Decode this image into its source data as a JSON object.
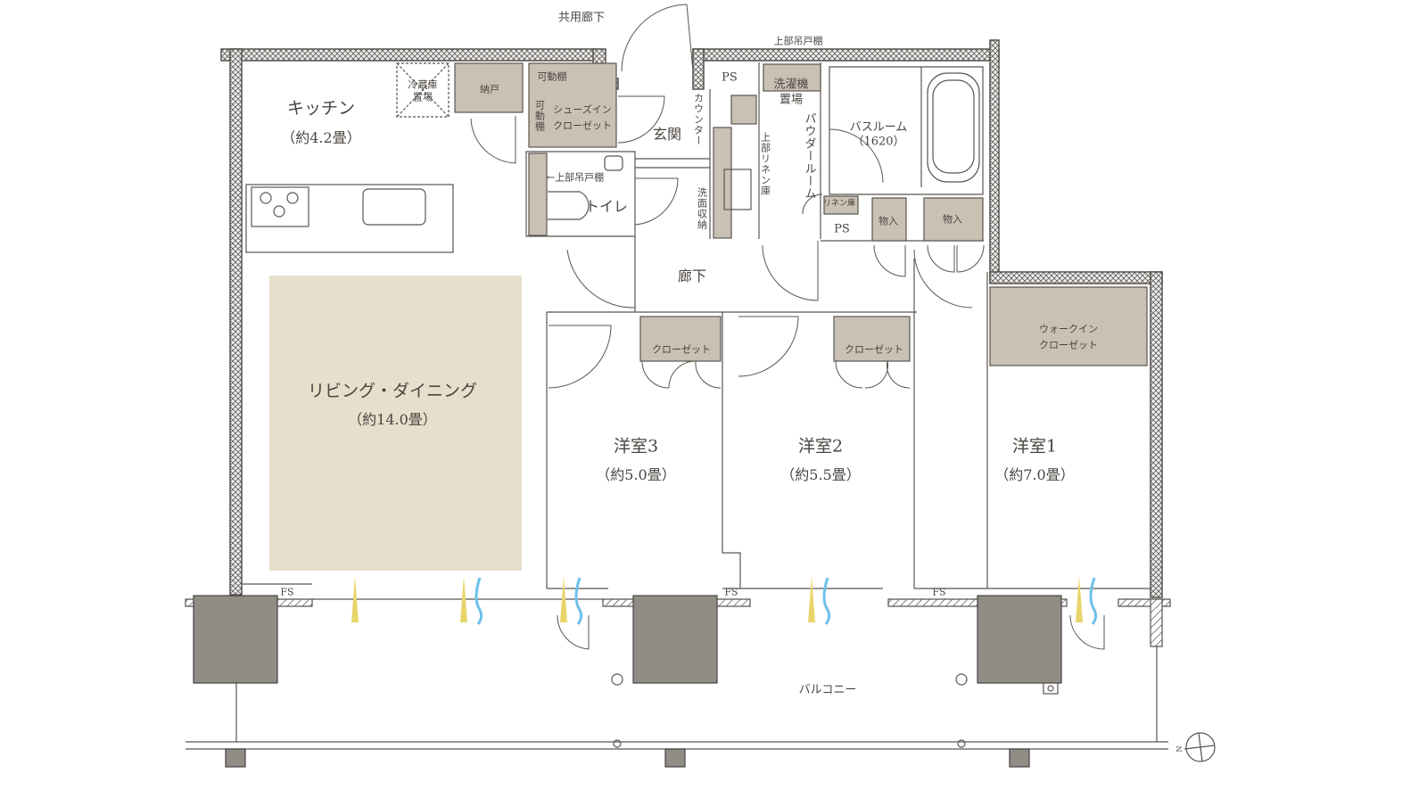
{
  "plan": {
    "corridor_common": "共用廊下",
    "rooms": {
      "kitchen": {
        "name": "キッチン",
        "size": "（約4.2畳）"
      },
      "living_dining": {
        "name": "リビング・ダイニング",
        "size": "（約14.0畳）"
      },
      "western3": {
        "name": "洋室3",
        "size": "（約5.0畳）"
      },
      "western2": {
        "name": "洋室2",
        "size": "（約5.5畳）"
      },
      "western1": {
        "name": "洋室1",
        "size": "（約7.0畳）"
      },
      "entrance": "玄関",
      "toilet": "トイレ",
      "hallway": "廊下",
      "powder_room": "パウダールーム",
      "bathroom": {
        "name": "バスルーム",
        "size": "（1620）"
      },
      "balcony": "バルコニー"
    },
    "storage": {
      "fridge_space": [
        "冷蔵庫",
        "置場"
      ],
      "nando": "納戸",
      "movable_shelf_top": "可動棚",
      "movable_shelf_side": "可動棚",
      "shoes_in_closet": [
        "シューズイン",
        "クローゼット"
      ],
      "counter": "カウンター",
      "washer_space": [
        "洗濯機",
        "置場"
      ],
      "upper_cabinet_top": "上部吊戸棚",
      "upper_cabinet_toilet": "←上部吊戸棚",
      "upper_linen": "上部リネン庫",
      "washroom_storage": "洗面収納",
      "linen": "リネン庫",
      "mono_left": "物入",
      "mono_right": "物入",
      "closet3": "クローゼット",
      "closet2": "クローゼット",
      "walk_in_closet": [
        "ウォークイン",
        "クローゼット"
      ]
    },
    "ps_top": "PS",
    "ps_bottom": "PS",
    "fs_labels": [
      "FS",
      "FS",
      "FS"
    ],
    "compass": "N",
    "colors": {
      "wall": "#6e6a66",
      "storage": "#c9c1b4",
      "living_floor": "#e6dfcb",
      "column": "#918c84",
      "line": "#5a5550",
      "vent_yellow": "#e8d56a",
      "vent_blue": "#6cc0ea"
    }
  }
}
